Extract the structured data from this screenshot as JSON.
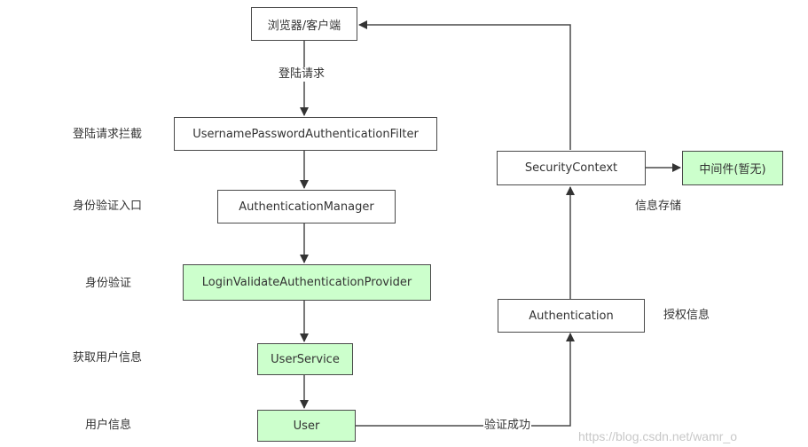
{
  "nodes": {
    "browser": "浏览器/客户端",
    "filter": "UsernamePasswordAuthenticationFilter",
    "manager": "AuthenticationManager",
    "provider": "LoginValidateAuthenticationProvider",
    "user_service": "UserService",
    "user": "User",
    "authentication": "Authentication",
    "security_context": "SecurityContext",
    "middleware": "中间件(暂无)"
  },
  "edge_labels": {
    "login_request": "登陆请求",
    "verify_success": "验证成功"
  },
  "side_labels": {
    "intercept": "登陆请求拦截",
    "auth_entry": "身份验证入口",
    "auth": "身份验证",
    "fetch_user": "获取用户信息",
    "user_info": "用户信息",
    "auth_info": "授权信息",
    "storage": "信息存储"
  },
  "watermark": "https://blog.csdn.net/wamr_o",
  "colors": {
    "line": "#4a4a4a",
    "highlight_fill": "#ccffcc",
    "box_fill": "#ffffff"
  }
}
